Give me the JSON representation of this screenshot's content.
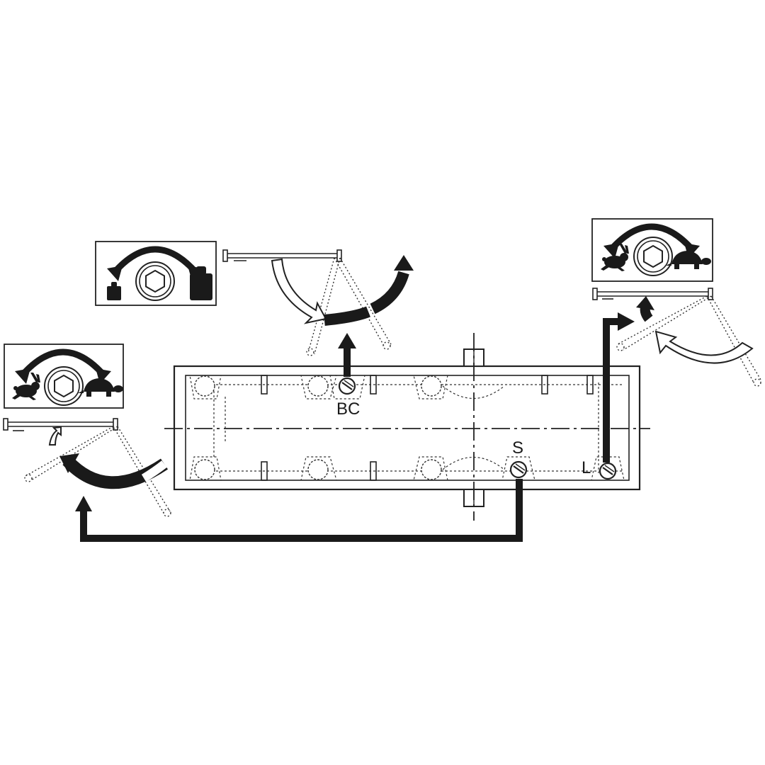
{
  "labels": {
    "bc": "BC",
    "s": "S",
    "l": "L"
  },
  "panels": [
    {
      "symbol_left": "rabbit-icon",
      "symbol_center": "hex-socket-icon",
      "symbol_right": "turtle-icon"
    },
    {
      "symbol_left": "small-weight-icon",
      "symbol_center": "hex-socket-icon",
      "symbol_right": "large-weight-icon"
    },
    {
      "symbol_left": "rabbit-icon",
      "symbol_center": "hex-socket-icon",
      "symbol_right": "turtle-icon"
    }
  ],
  "colors": {
    "line": "#222222",
    "fill_dark": "#1a1a1a",
    "background": "#ffffff"
  }
}
